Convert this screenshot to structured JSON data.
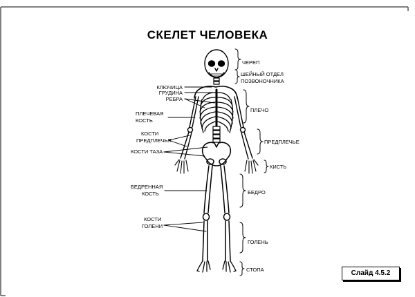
{
  "title": "СКЕЛЕТ ЧЕЛОВЕКА",
  "slide_label": "Слайд 4.5.2",
  "left_labels": {
    "clavicle": "КЛЮЧИЦА",
    "sternum": "ГРУДИНА",
    "ribs": "РЕБРА",
    "humerus_1": "ПЛЕЧЕВАЯ",
    "humerus_2": "КОСТЬ",
    "forearm_1": "КОСТИ",
    "forearm_2": "ПРЕДПЛЕЧЬЯ",
    "pelvis": "КОСТИ ТАЗА",
    "femur_1": "БЕДРЕННАЯ",
    "femur_2": "КОСТЬ",
    "shin_1": "КОСТИ",
    "shin_2": "ГОЛЕНИ"
  },
  "right_labels": {
    "skull": "ЧЕРЕП",
    "cervical_1": "ШЕЙНЫЙ ОТДЕЛ",
    "cervical_2": "ПОЗВОНОЧНИКА",
    "shoulder": "ПЛЕЧО",
    "forearm": "ПРЕДПЛЕЧЬЕ",
    "hand": "КИСТЬ",
    "thigh": "БЕДРО",
    "shin": "ГОЛЕНЬ",
    "foot": "СТОПА"
  }
}
